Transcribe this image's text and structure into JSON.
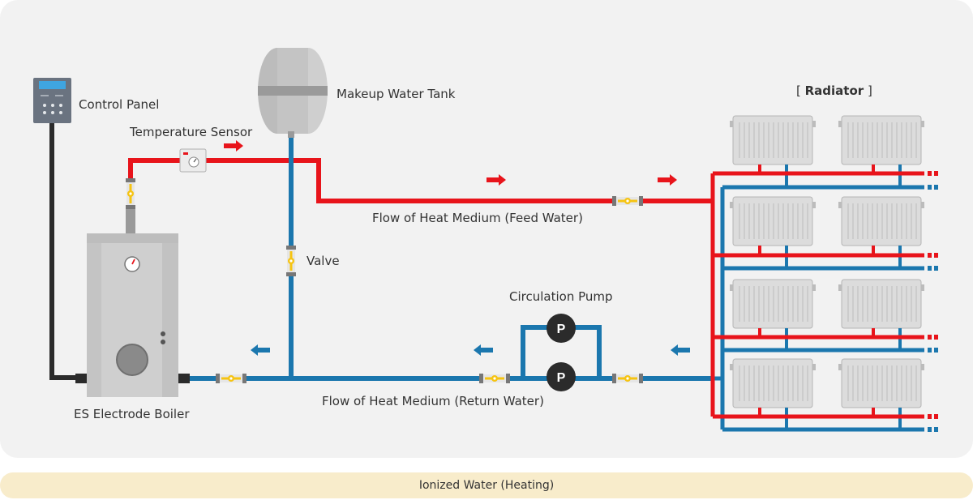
{
  "labels": {
    "control_panel": "Control Panel",
    "temperature_sensor": "Temperature Sensor",
    "makeup_water_tank": "Makeup Water Tank",
    "radiator_open": "[ ",
    "radiator": "Radiator",
    "radiator_close": " ]",
    "valve": "Valve",
    "feed_water": "Flow of Heat Medium (Feed Water)",
    "circulation_pump": "Circulation Pump",
    "return_water": "Flow of Heat Medium (Return Water)",
    "boiler": "ES Electrode Boiler",
    "pump_symbol": "P"
  },
  "caption": "Ionized Water (Heating)",
  "colors": {
    "feed_pipe": "#e8141b",
    "return_pipe": "#1b77ae",
    "panel_bg": "#f2f2f2",
    "caption_bg": "#f8eccb",
    "valve_yellow": "#f6c412",
    "cable": "#2b2b2b"
  }
}
